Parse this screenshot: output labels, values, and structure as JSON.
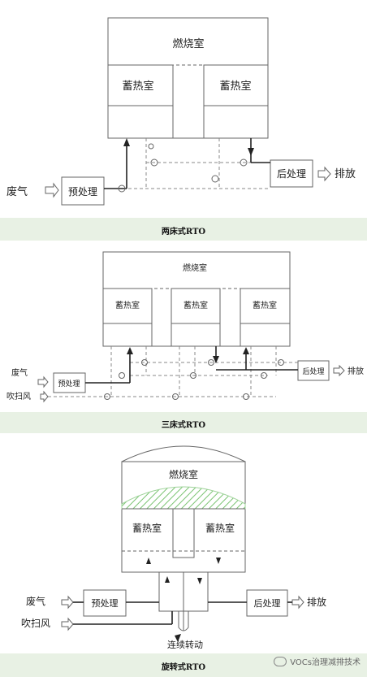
{
  "diagram1": {
    "combustion": "燃烧室",
    "regen_left": "蓄热室",
    "regen_right": "蓄热室",
    "waste_gas": "废气",
    "pretreat": "预处理",
    "posttreat": "后处理",
    "exhaust": "排放",
    "caption": "两床式RTO"
  },
  "diagram2": {
    "combustion": "燃烧室",
    "regen_1": "蓄热室",
    "regen_2": "蓄热室",
    "regen_3": "蓄热室",
    "waste_gas": "废气",
    "purge_air": "吹扫风",
    "pretreat": "预处理",
    "posttreat": "后处理",
    "exhaust": "排放",
    "caption": "三床式RTO"
  },
  "diagram3": {
    "combustion": "燃烧室",
    "regen_left": "蓄热室",
    "regen_right": "蓄热室",
    "waste_gas": "废气",
    "purge_air": "吹扫风",
    "pretreat": "预处理",
    "posttreat": "后处理",
    "exhaust": "排放",
    "rotation": "连续转动",
    "caption": "旋转式RTO"
  },
  "watermark": "VOCs治理减排技术",
  "colors": {
    "band": "#e8f1e4",
    "hatch": "#9fd39a",
    "line": "#555555"
  }
}
